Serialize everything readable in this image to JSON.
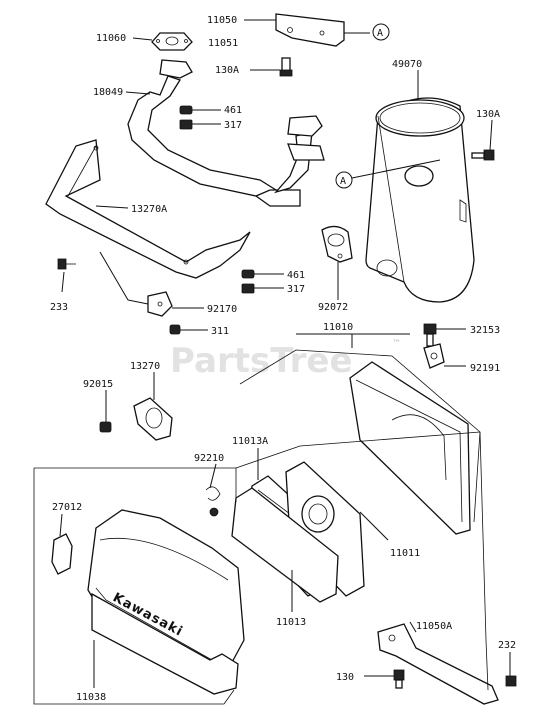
{
  "watermark": {
    "text": "PartsTree",
    "tm": "™"
  },
  "callouts": {
    "p11060": "11060",
    "p11050": "11050",
    "p11051": "11051",
    "p130A_top": "130A",
    "p18049": "18049",
    "p461_top": "461",
    "p317_top": "317",
    "p49070": "49070",
    "p130A_right": "130A",
    "p13270A": "13270A",
    "p233": "233",
    "p461_mid": "461",
    "p317_mid": "317",
    "p92170": "92170",
    "p92072": "92072",
    "p311": "311",
    "p11010": "11010",
    "p32153": "32153",
    "p13270": "13270",
    "p92015": "92015",
    "p92191": "92191",
    "p11013A": "11013A",
    "p92210": "92210",
    "p27012": "27012",
    "p11011": "11011",
    "p11013": "11013",
    "p11050A": "11050A",
    "p232": "232",
    "p130": "130",
    "p11038": "11038"
  },
  "refs": {
    "a1": "A",
    "a2": "A"
  },
  "cover_brand": "Kawasaki"
}
